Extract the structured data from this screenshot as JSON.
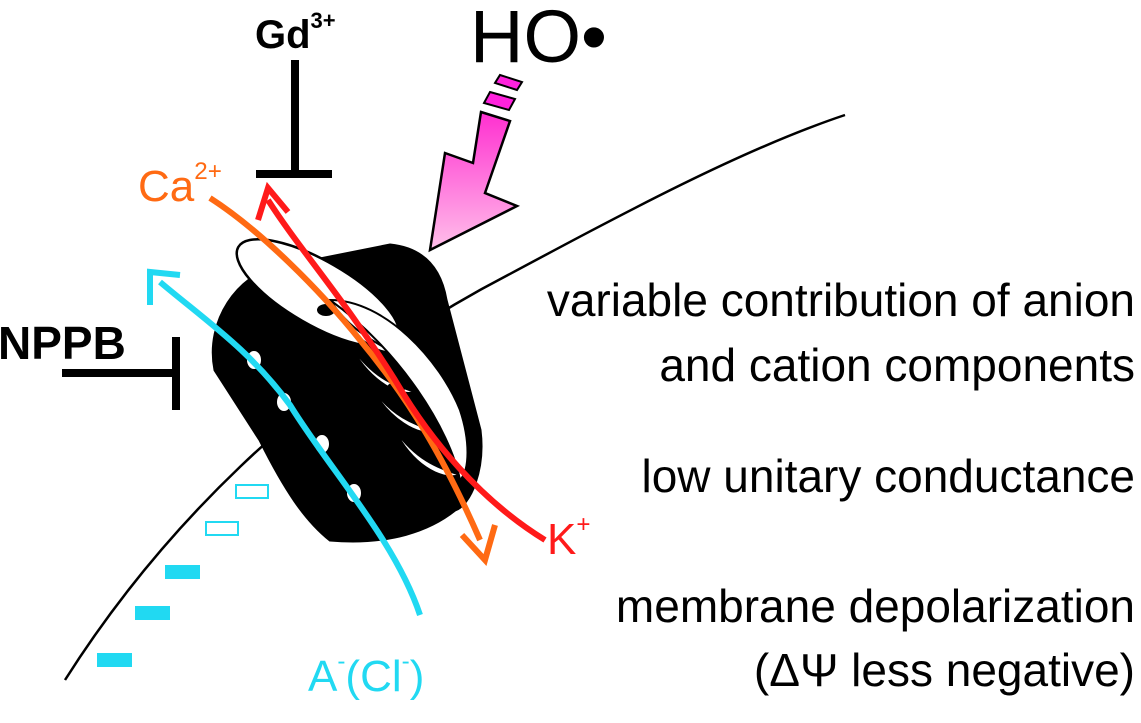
{
  "inhibitors": {
    "gd": {
      "base": "Gd",
      "charge": "3+"
    },
    "nppb": "NPPB"
  },
  "radical": "HO•",
  "ions": {
    "calcium": {
      "base": "Ca",
      "charge": "2+"
    },
    "potassium": {
      "base": "K",
      "charge": "+"
    },
    "anion": {
      "base": "A",
      "charge": "-",
      "rest": "(Cl",
      "charge2": "-",
      "close": ")"
    }
  },
  "properties": {
    "line1": "variable contribution of anion",
    "line2": "and cation components",
    "line3": "low unitary conductance",
    "line4": "membrane depolarization",
    "line5": "(ΔΨ less negative)"
  },
  "colors": {
    "black": "#000000",
    "calcium": "#ff6a13",
    "potassium": "#ff1a1a",
    "anion": "#21d9f2",
    "radical_arrow": "#ff66cc",
    "radical_bolt": "#ff22dd"
  }
}
